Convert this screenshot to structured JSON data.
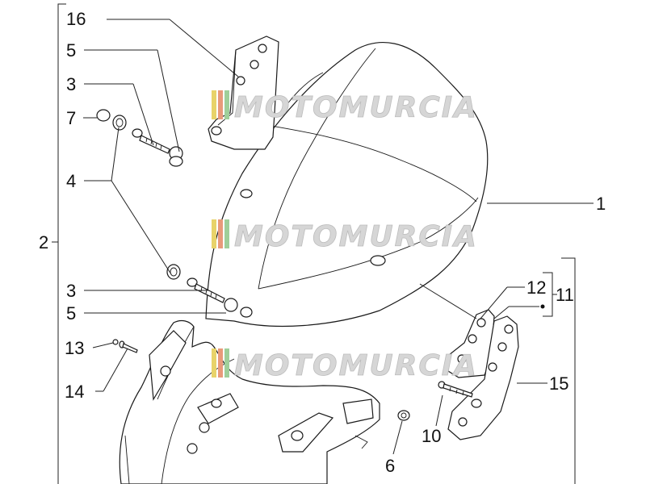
{
  "labels": {
    "l1": "1",
    "l2": "2",
    "l3a": "3",
    "l3b": "3",
    "l4": "4",
    "l5a": "5",
    "l5b": "5",
    "l6": "6",
    "l7": "7",
    "l10": "10",
    "l11": "11",
    "l12": "12",
    "l13": "13",
    "l14": "14",
    "l15": "15",
    "l16": "16"
  },
  "watermark": {
    "text": "MOTOMURCIA"
  },
  "colors": {
    "line": "#222222",
    "watermark_stripe_1": "#e8d36a",
    "watermark_stripe_2": "#e89a7a",
    "watermark_stripe_3": "#9fcf9a"
  }
}
